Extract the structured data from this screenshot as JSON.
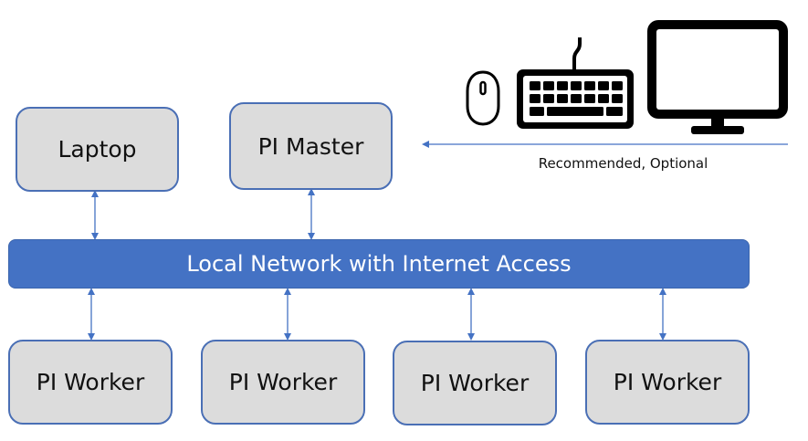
{
  "nodes": {
    "laptop": "Laptop",
    "pi_master": "PI Master",
    "pi_worker_1": "PI Worker",
    "pi_worker_2": "PI Worker",
    "pi_worker_3": "PI Worker",
    "pi_worker_4": "PI Worker"
  },
  "network": {
    "label": "Local Network with Internet Access"
  },
  "peripherals": {
    "caption": "Recommended, Optional",
    "icons": [
      "mouse-icon",
      "keyboard-icon",
      "monitor-icon"
    ]
  },
  "colors": {
    "node_fill": "#dcdcdc",
    "node_border": "#4a6fb5",
    "network_fill": "#4472c4",
    "connector": "#4472c4"
  }
}
